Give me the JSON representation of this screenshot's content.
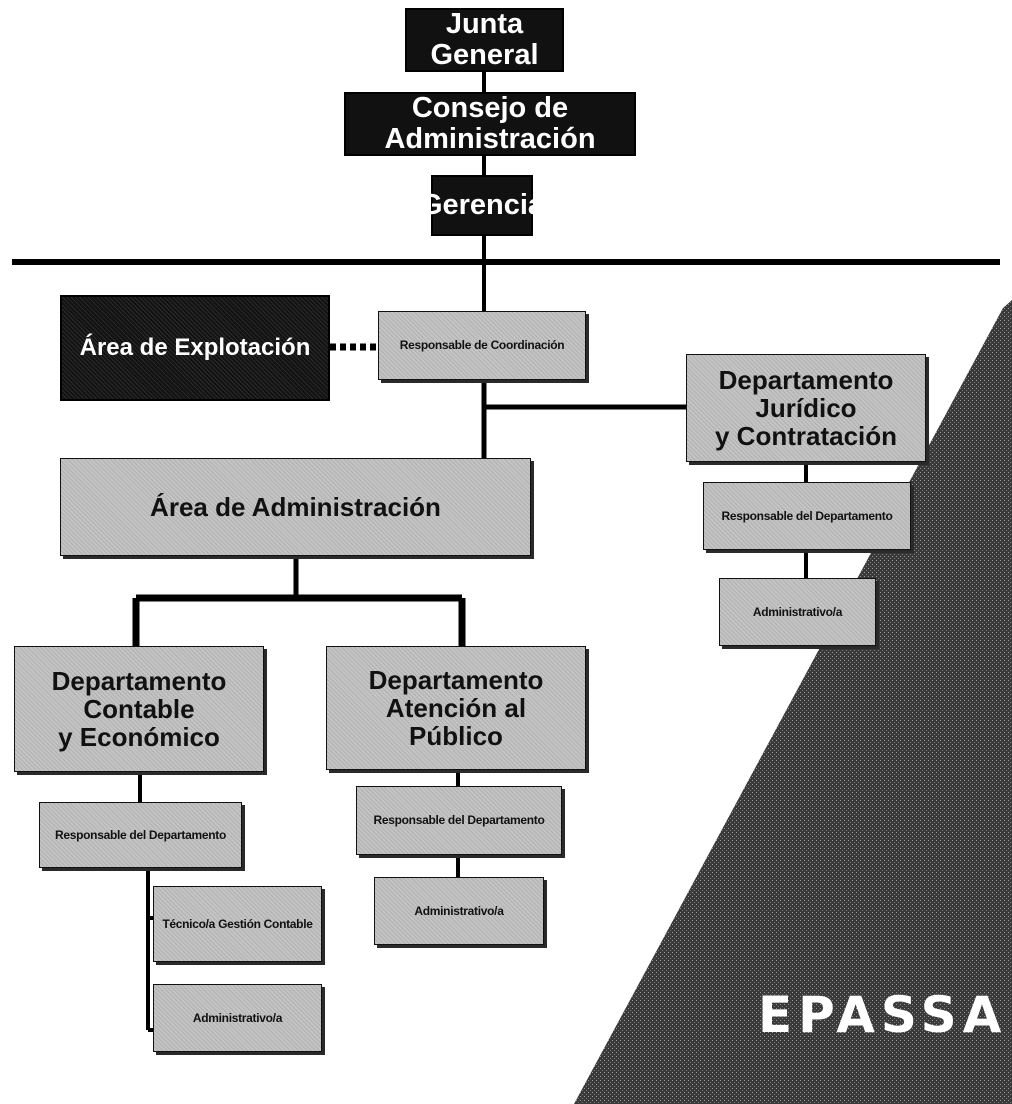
{
  "org_chart": {
    "junta_general": "Junta General",
    "consejo": "Consejo de Administración",
    "gerencia": "Gerencia",
    "area_explotacion": "Área de Explotación",
    "responsable_coordinacion": "Responsable de Coordinación",
    "dept_juridico": {
      "line1": "Departamento Jurídico",
      "line2": "y Contratación",
      "responsable": "Responsable del Departamento",
      "administrativo": "Administrativo/a"
    },
    "area_administracion": "Área de Administración",
    "dept_contable": {
      "line1": "Departamento Contable",
      "line2": "y Económico",
      "responsable": "Responsable del Departamento",
      "tecnico": "Técnico/a Gestión Contable",
      "administrativo": "Administrativo/a"
    },
    "dept_atencion": {
      "line1": "Departamento Atención al",
      "line2": "Público",
      "responsable": "Responsable del Departamento",
      "administrativo": "Administrativo/a"
    }
  },
  "logo": {
    "text": "EPASSA"
  },
  "colors": {
    "dark_box": "#111111",
    "gray_box": "#c4c4c4",
    "line": "#000000"
  }
}
